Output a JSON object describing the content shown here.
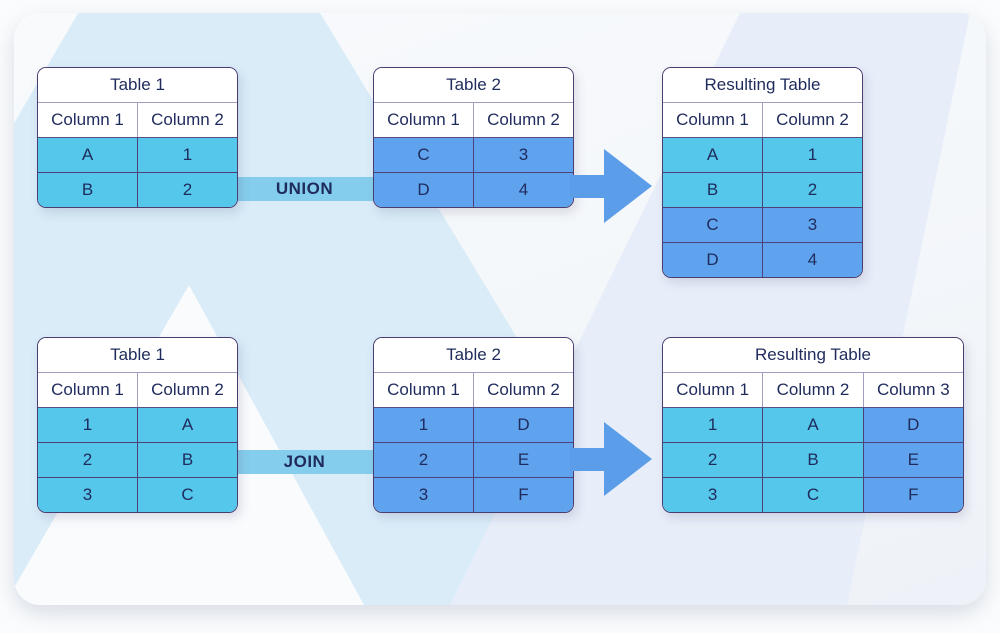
{
  "colors": {
    "cyan_cell": "#54c7eb",
    "blue_cell": "#5fa3ee",
    "connector_band": "#85cdec",
    "arrow_blue": "#5b9de9",
    "table_border": "#4a3d70",
    "text_navy": "#1f2b5c",
    "bg_mountain": "#d9ecf8",
    "bg_inner_triangle": "#f9fbfd",
    "bg_right_band": "#e7eef9"
  },
  "diagrams": [
    {
      "operation": "UNION",
      "tables": [
        {
          "title": "Table 1",
          "columns": [
            "Column 1",
            "Column 2"
          ],
          "rows": [
            [
              "A",
              "1"
            ],
            [
              "B",
              "2"
            ]
          ],
          "cell_styles": [
            [
              "cyan",
              "cyan"
            ],
            [
              "cyan",
              "cyan"
            ]
          ]
        },
        {
          "title": "Table 2",
          "columns": [
            "Column 1",
            "Column 2"
          ],
          "rows": [
            [
              "C",
              "3"
            ],
            [
              "D",
              "4"
            ]
          ],
          "cell_styles": [
            [
              "blue",
              "blue"
            ],
            [
              "blue",
              "blue"
            ]
          ]
        },
        {
          "title": "Resulting Table",
          "columns": [
            "Column 1",
            "Column 2"
          ],
          "rows": [
            [
              "A",
              "1"
            ],
            [
              "B",
              "2"
            ],
            [
              "C",
              "3"
            ],
            [
              "D",
              "4"
            ]
          ],
          "cell_styles": [
            [
              "cyan",
              "cyan"
            ],
            [
              "cyan",
              "cyan"
            ],
            [
              "blue",
              "blue"
            ],
            [
              "blue",
              "blue"
            ]
          ]
        }
      ]
    },
    {
      "operation": "JOIN",
      "tables": [
        {
          "title": "Table 1",
          "columns": [
            "Column 1",
            "Column 2"
          ],
          "rows": [
            [
              "1",
              "A"
            ],
            [
              "2",
              "B"
            ],
            [
              "3",
              "C"
            ]
          ],
          "cell_styles": [
            [
              "cyan",
              "cyan"
            ],
            [
              "cyan",
              "cyan"
            ],
            [
              "cyan",
              "cyan"
            ]
          ]
        },
        {
          "title": "Table 2",
          "columns": [
            "Column 1",
            "Column 2"
          ],
          "rows": [
            [
              "1",
              "D"
            ],
            [
              "2",
              "E"
            ],
            [
              "3",
              "F"
            ]
          ],
          "cell_styles": [
            [
              "blue",
              "blue"
            ],
            [
              "blue",
              "blue"
            ],
            [
              "blue",
              "blue"
            ]
          ]
        },
        {
          "title": "Resulting Table",
          "columns": [
            "Column 1",
            "Column 2",
            "Column 3"
          ],
          "rows": [
            [
              "1",
              "A",
              "D"
            ],
            [
              "2",
              "B",
              "E"
            ],
            [
              "3",
              "C",
              "F"
            ]
          ],
          "cell_styles": [
            [
              "cyan",
              "cyan",
              "blue"
            ],
            [
              "cyan",
              "cyan",
              "blue"
            ],
            [
              "cyan",
              "cyan",
              "blue"
            ]
          ]
        }
      ]
    }
  ]
}
